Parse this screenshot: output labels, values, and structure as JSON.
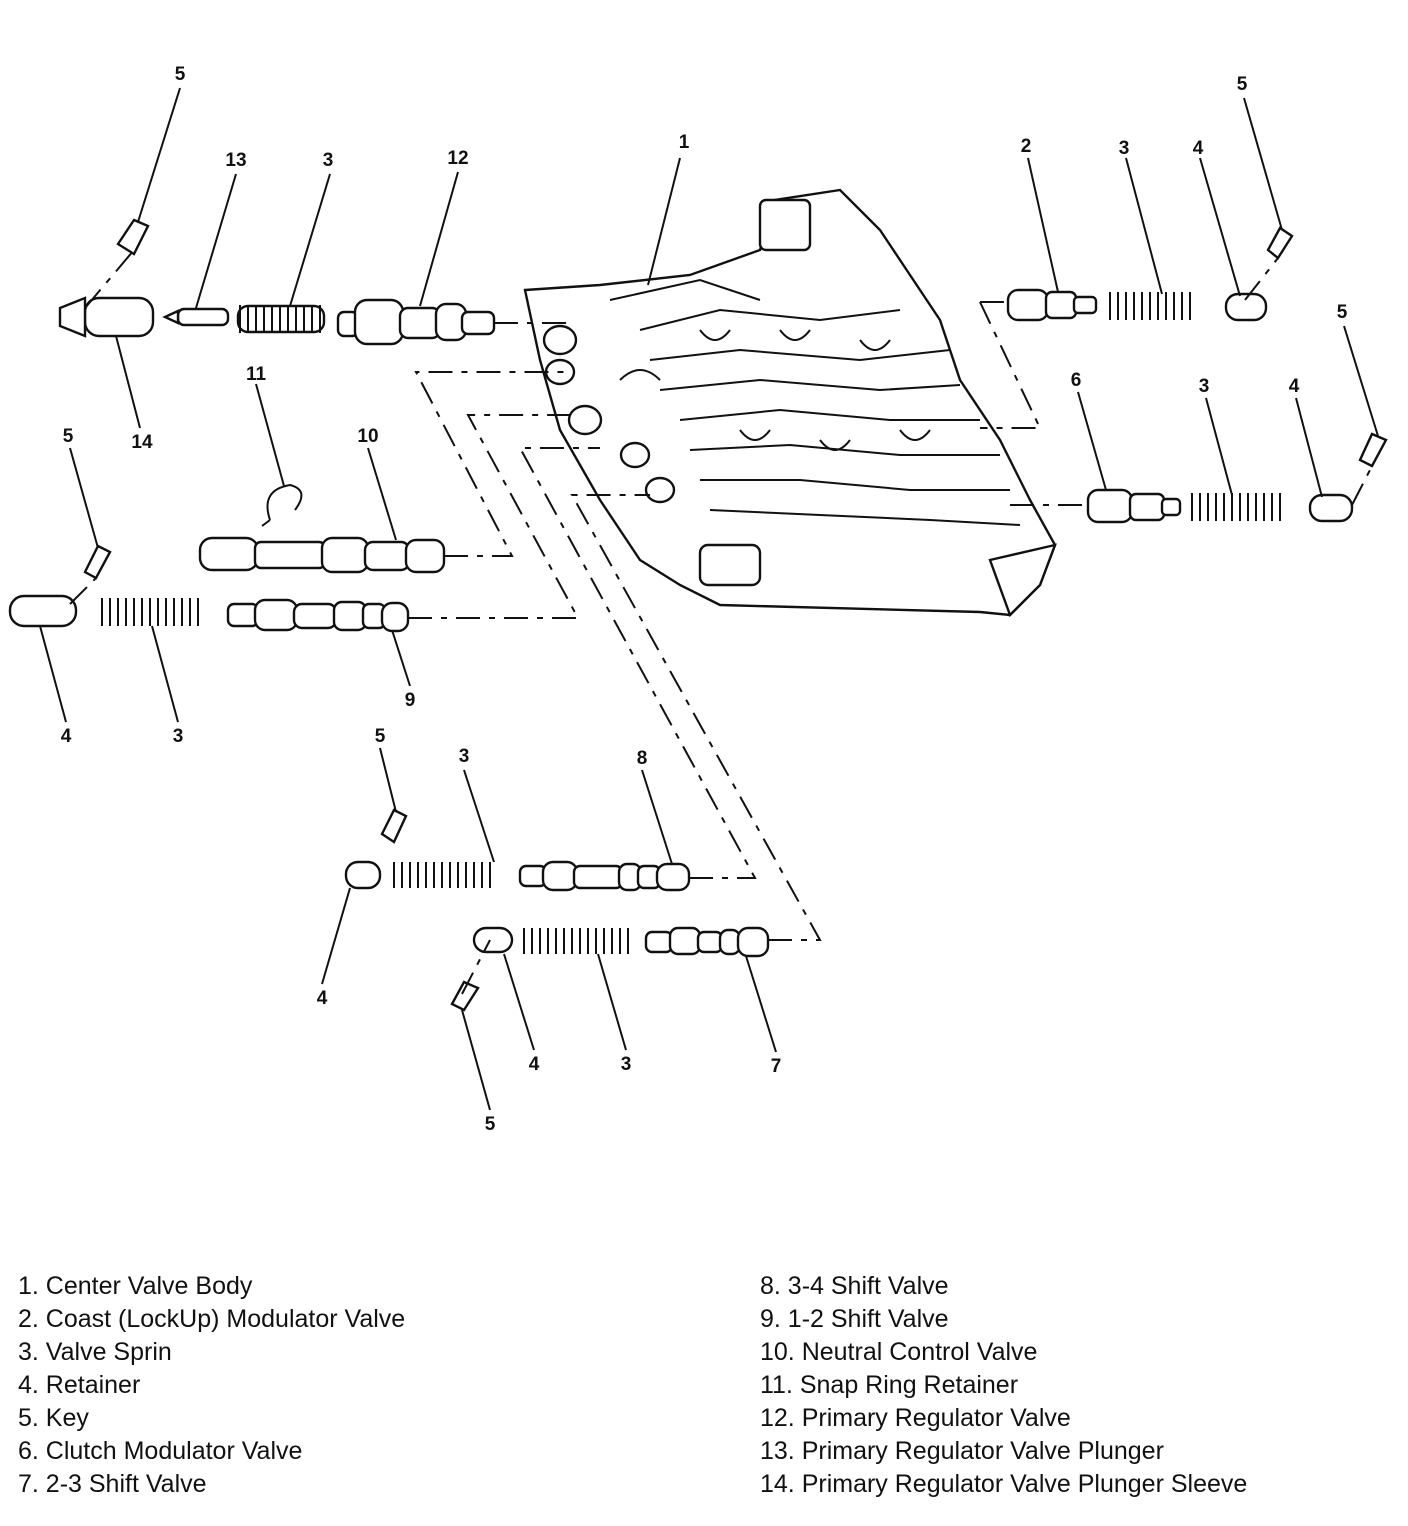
{
  "callouts": [
    {
      "id": "c1",
      "text": "1"
    },
    {
      "id": "c2",
      "text": "2"
    },
    {
      "id": "c3a",
      "text": "3"
    },
    {
      "id": "c4a",
      "text": "4"
    },
    {
      "id": "c5a",
      "text": "5"
    },
    {
      "id": "c5b",
      "text": "5"
    },
    {
      "id": "c6",
      "text": "6"
    },
    {
      "id": "c3b",
      "text": "3"
    },
    {
      "id": "c4b",
      "text": "4"
    },
    {
      "id": "c5c",
      "text": "5"
    },
    {
      "id": "c13",
      "text": "13"
    },
    {
      "id": "c3c",
      "text": "3"
    },
    {
      "id": "c12",
      "text": "12"
    },
    {
      "id": "c14",
      "text": "14"
    },
    {
      "id": "c11",
      "text": "11"
    },
    {
      "id": "c10",
      "text": "10"
    },
    {
      "id": "c5d",
      "text": "5"
    },
    {
      "id": "c9",
      "text": "9"
    },
    {
      "id": "c4c",
      "text": "4"
    },
    {
      "id": "c3d",
      "text": "3"
    },
    {
      "id": "c5e",
      "text": "5"
    },
    {
      "id": "c3e",
      "text": "3"
    },
    {
      "id": "c8",
      "text": "8"
    },
    {
      "id": "c4d",
      "text": "4"
    },
    {
      "id": "c4e",
      "text": "4"
    },
    {
      "id": "c3f",
      "text": "3"
    },
    {
      "id": "c7",
      "text": "7"
    },
    {
      "id": "c5f",
      "text": "5"
    }
  ],
  "legend": {
    "left": [
      "1. Center Valve Body",
      "2. Coast (LockUp) Modulator Valve",
      "3. Valve Sprin",
      "4. Retainer",
      "5. Key",
      "6. Clutch Modulator Valve",
      "7. 2-3 Shift Valve"
    ],
    "right": [
      "8. 3-4 Shift Valve",
      "9. 1-2 Shift Valve",
      "10. Neutral Control Valve",
      "11. Snap Ring Retainer",
      "12. Primary Regulator Valve",
      "13. Primary Regulator Valve Plunger",
      "14. Primary Regulator Valve Plunger Sleeve"
    ]
  }
}
